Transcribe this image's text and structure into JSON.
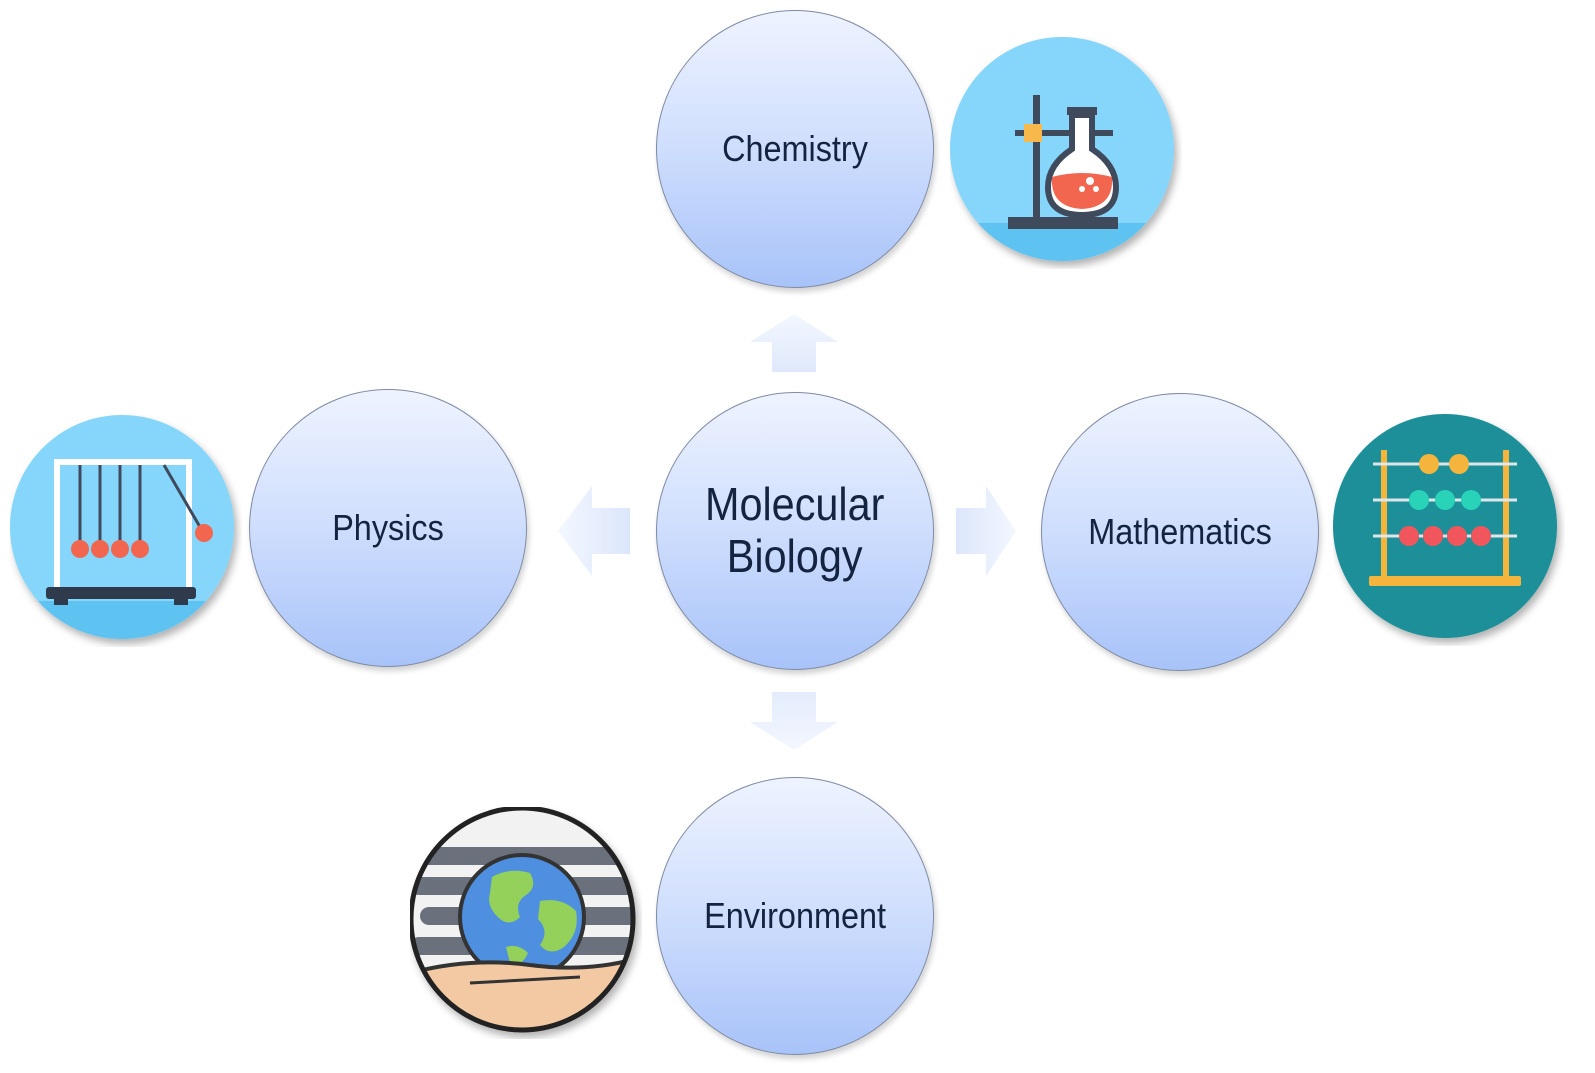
{
  "diagram": {
    "center": {
      "label_line1": "Molecular",
      "label_line2": "Biology"
    },
    "nodes": {
      "chemistry": {
        "label": "Chemistry",
        "icon": "chemistry-flask-icon"
      },
      "physics": {
        "label": "Physics",
        "icon": "newtons-cradle-icon"
      },
      "mathematics": {
        "label": "Mathematics",
        "icon": "abacus-icon"
      },
      "environment": {
        "label": "Environment",
        "icon": "earth-in-hand-icon"
      }
    },
    "colors": {
      "node_fill_top": "#eef3ff",
      "node_fill_bottom": "#a8c3f9",
      "node_border": "#7f8ba3",
      "arrow_fill": "#e6eefd",
      "text": "#14233f"
    }
  }
}
